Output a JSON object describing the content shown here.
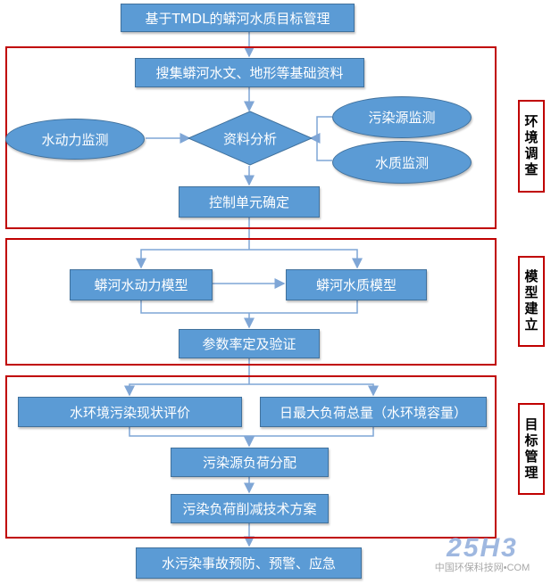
{
  "title": "基于TMDL的蟒河水质目标管理",
  "section1": {
    "label": "环境调查",
    "collect": "搜集蟒河水文、地形等基础资料",
    "hydro_monitor": "水动力监测",
    "analysis": "资料分析",
    "pollution_monitor": "污染源监测",
    "quality_monitor": "水质监测",
    "control_unit": "控制单元确定"
  },
  "section2": {
    "label": "模型建立",
    "hydro_model": "蟒河水动力模型",
    "quality_model": "蟒河水质模型",
    "calibration": "参数率定及验证"
  },
  "section3": {
    "label": "目标管理",
    "assessment": "水环境污染现状评价",
    "tmdl": "日最大负荷总量（水环境容量）",
    "allocation": "污染源负荷分配",
    "reduction": "污染负荷削减技术方案"
  },
  "final": "水污染事故预防、预警、应急",
  "watermark": {
    "logo": "25H3",
    "site": "中国环保科技网•COM"
  },
  "colors": {
    "box_fill": "#5b9bd5",
    "box_border": "#41719c",
    "frame": "#c00000",
    "arrow": "#7fa6d6"
  }
}
